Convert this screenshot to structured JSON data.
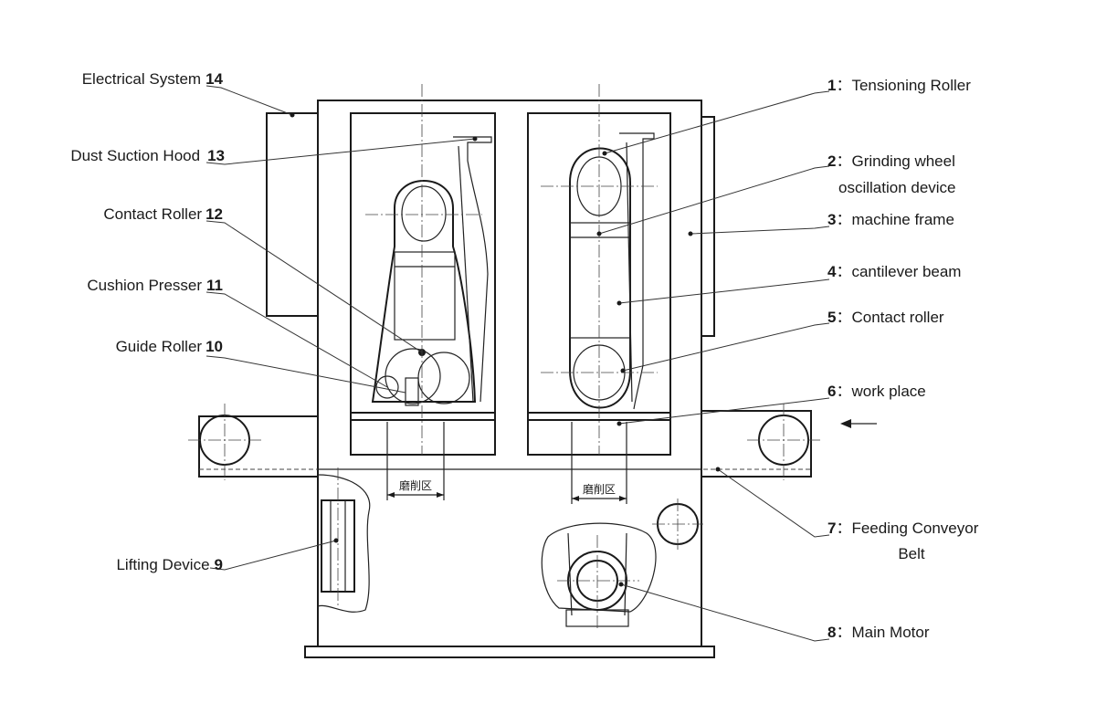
{
  "labels": {
    "electrical_system": {
      "text": "Electrical System",
      "num": "14"
    },
    "dust_suction_hood": {
      "text": "Dust Suction Hood",
      "num": "13"
    },
    "contact_roller_left": {
      "text": "Contact Roller",
      "num": "12"
    },
    "cushion_presser": {
      "text": "Cushion Presser",
      "num": "11"
    },
    "guide_roller": {
      "text": "Guide Roller",
      "num": "10"
    },
    "lifting_device": {
      "text": "Lifting Device",
      "num": "9"
    },
    "tensioning_roller": {
      "num": "1",
      "text": "Tensioning Roller"
    },
    "grinding_wheel": {
      "num": "2",
      "text_line1": "Grinding wheel",
      "text_line2": "oscillation device"
    },
    "machine_frame": {
      "num": "3",
      "text": "machine frame"
    },
    "cantilever_beam": {
      "num": "4",
      "text": "cantilever beam"
    },
    "contact_roller_right": {
      "num": "5",
      "text": "Contact roller"
    },
    "work_place": {
      "num": "6",
      "text": "work place"
    },
    "feeding_conveyor": {
      "num": "7",
      "text_line1": "Feeding Conveyor",
      "text_line2": "Belt"
    },
    "main_motor": {
      "num": "8",
      "text": "Main Motor"
    }
  },
  "separator": "：",
  "zone_left": "磨削区",
  "zone_right": "磨削区",
  "colors": {
    "line": "#1a1a1a",
    "background": "#ffffff"
  }
}
